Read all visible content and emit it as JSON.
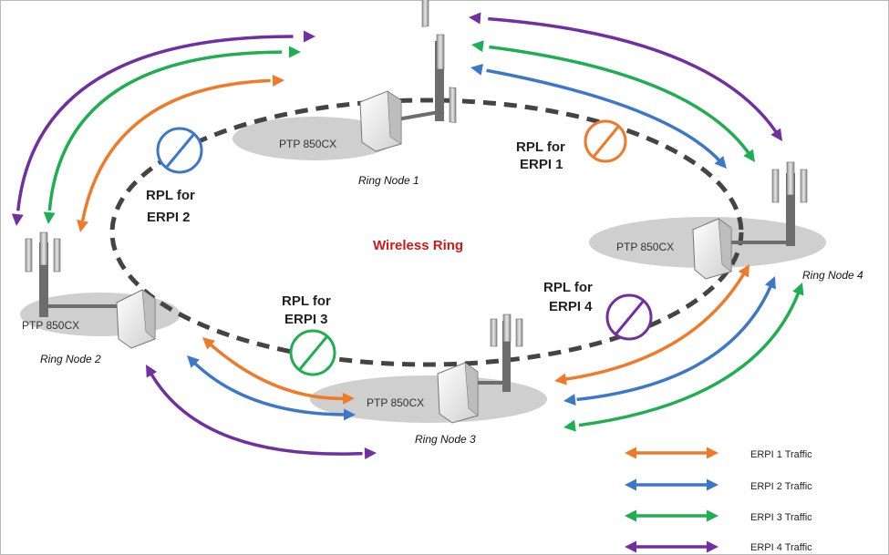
{
  "ring": {
    "label": "Wireless Ring",
    "label_color": "#cc1a1a"
  },
  "nodes": [
    {
      "id": "1",
      "device": "PTP 850CX",
      "label": "Ring Node 1"
    },
    {
      "id": "2",
      "device": "PTP 850CX",
      "label": "Ring Node 2"
    },
    {
      "id": "3",
      "device": "PTP 850CX",
      "label": "Ring Node 3"
    },
    {
      "id": "4",
      "device": "PTP 850CX",
      "label": "Ring Node 4"
    }
  ],
  "rpls": [
    {
      "line1": "RPL for",
      "line2": "ERPI 1",
      "color": "#ee7a2a"
    },
    {
      "line1": "RPL for",
      "line2": "ERPI 2",
      "color": "#3d78c8"
    },
    {
      "line1": "RPL for",
      "line2": "ERPI 3",
      "color": "#1fae52"
    },
    {
      "line1": "RPL for",
      "line2": "ERPI 4",
      "color": "#7030a0"
    }
  ],
  "legend": [
    {
      "label": "ERPI 1 Traffic",
      "color": "#ee7a2a"
    },
    {
      "label": "ERPI 2 Traffic",
      "color": "#3d78c8"
    },
    {
      "label": "ERPI 3 Traffic",
      "color": "#1fae52"
    },
    {
      "label": "ERPI 4 Traffic",
      "color": "#7030a0"
    }
  ]
}
